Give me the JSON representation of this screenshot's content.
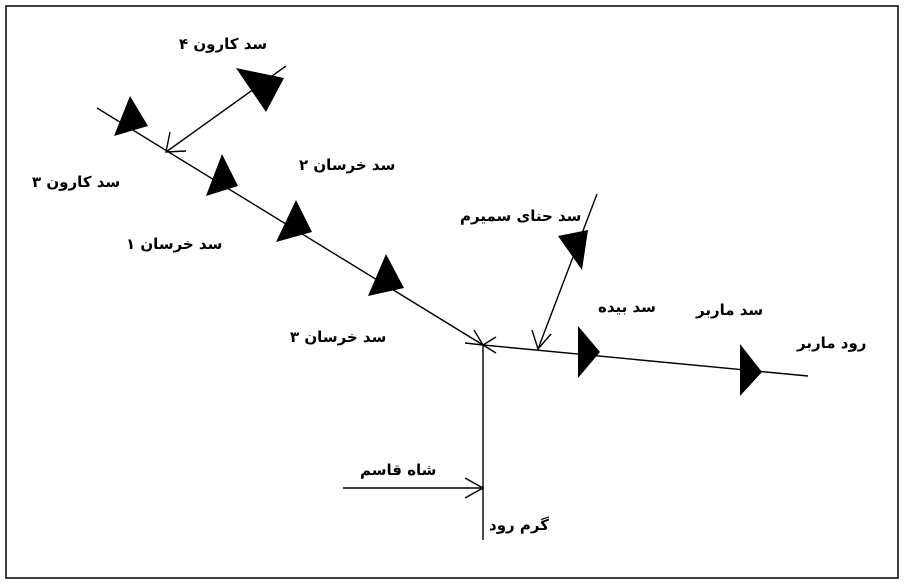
{
  "labels": {
    "karun4": "سد کارون ۴",
    "karun3": "سد کارون ۳",
    "khersan2": "سد خرسان ۲",
    "khersan1": "سد خرسان ۱",
    "khersan3": "سد خرسان ۳",
    "hanaSemirom": "سد حنای سمیرم",
    "bideh": "سد بیده",
    "marbor_dam": "سد ماربر",
    "marbor_river": "رود ماربر",
    "shahGhasem": "شاه قاسم",
    "garmRud": "گرم رود"
  }
}
